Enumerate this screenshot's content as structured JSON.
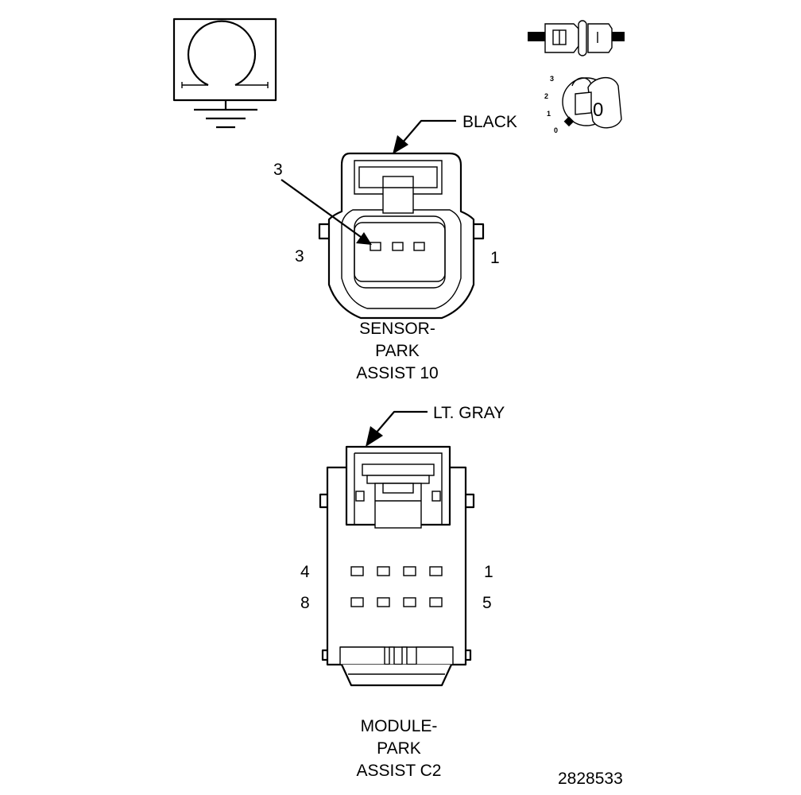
{
  "sensor_connector": {
    "color_label": "BLACK",
    "callout_pin": "3",
    "pin_left": "3",
    "pin_right": "1",
    "name_lines": [
      "SENSOR-",
      "PARK",
      "ASSIST 10"
    ]
  },
  "module_connector": {
    "color_label": "LT. GRAY",
    "row1_left": "4",
    "row1_right": "1",
    "row2_left": "8",
    "row2_right": "5",
    "name_lines": [
      "MODULE-",
      "PARK",
      "ASSIST C2"
    ]
  },
  "key_icon": {
    "positions": [
      "3",
      "2",
      "1",
      "0"
    ],
    "key_label": "0"
  },
  "figure_number": "2828533"
}
